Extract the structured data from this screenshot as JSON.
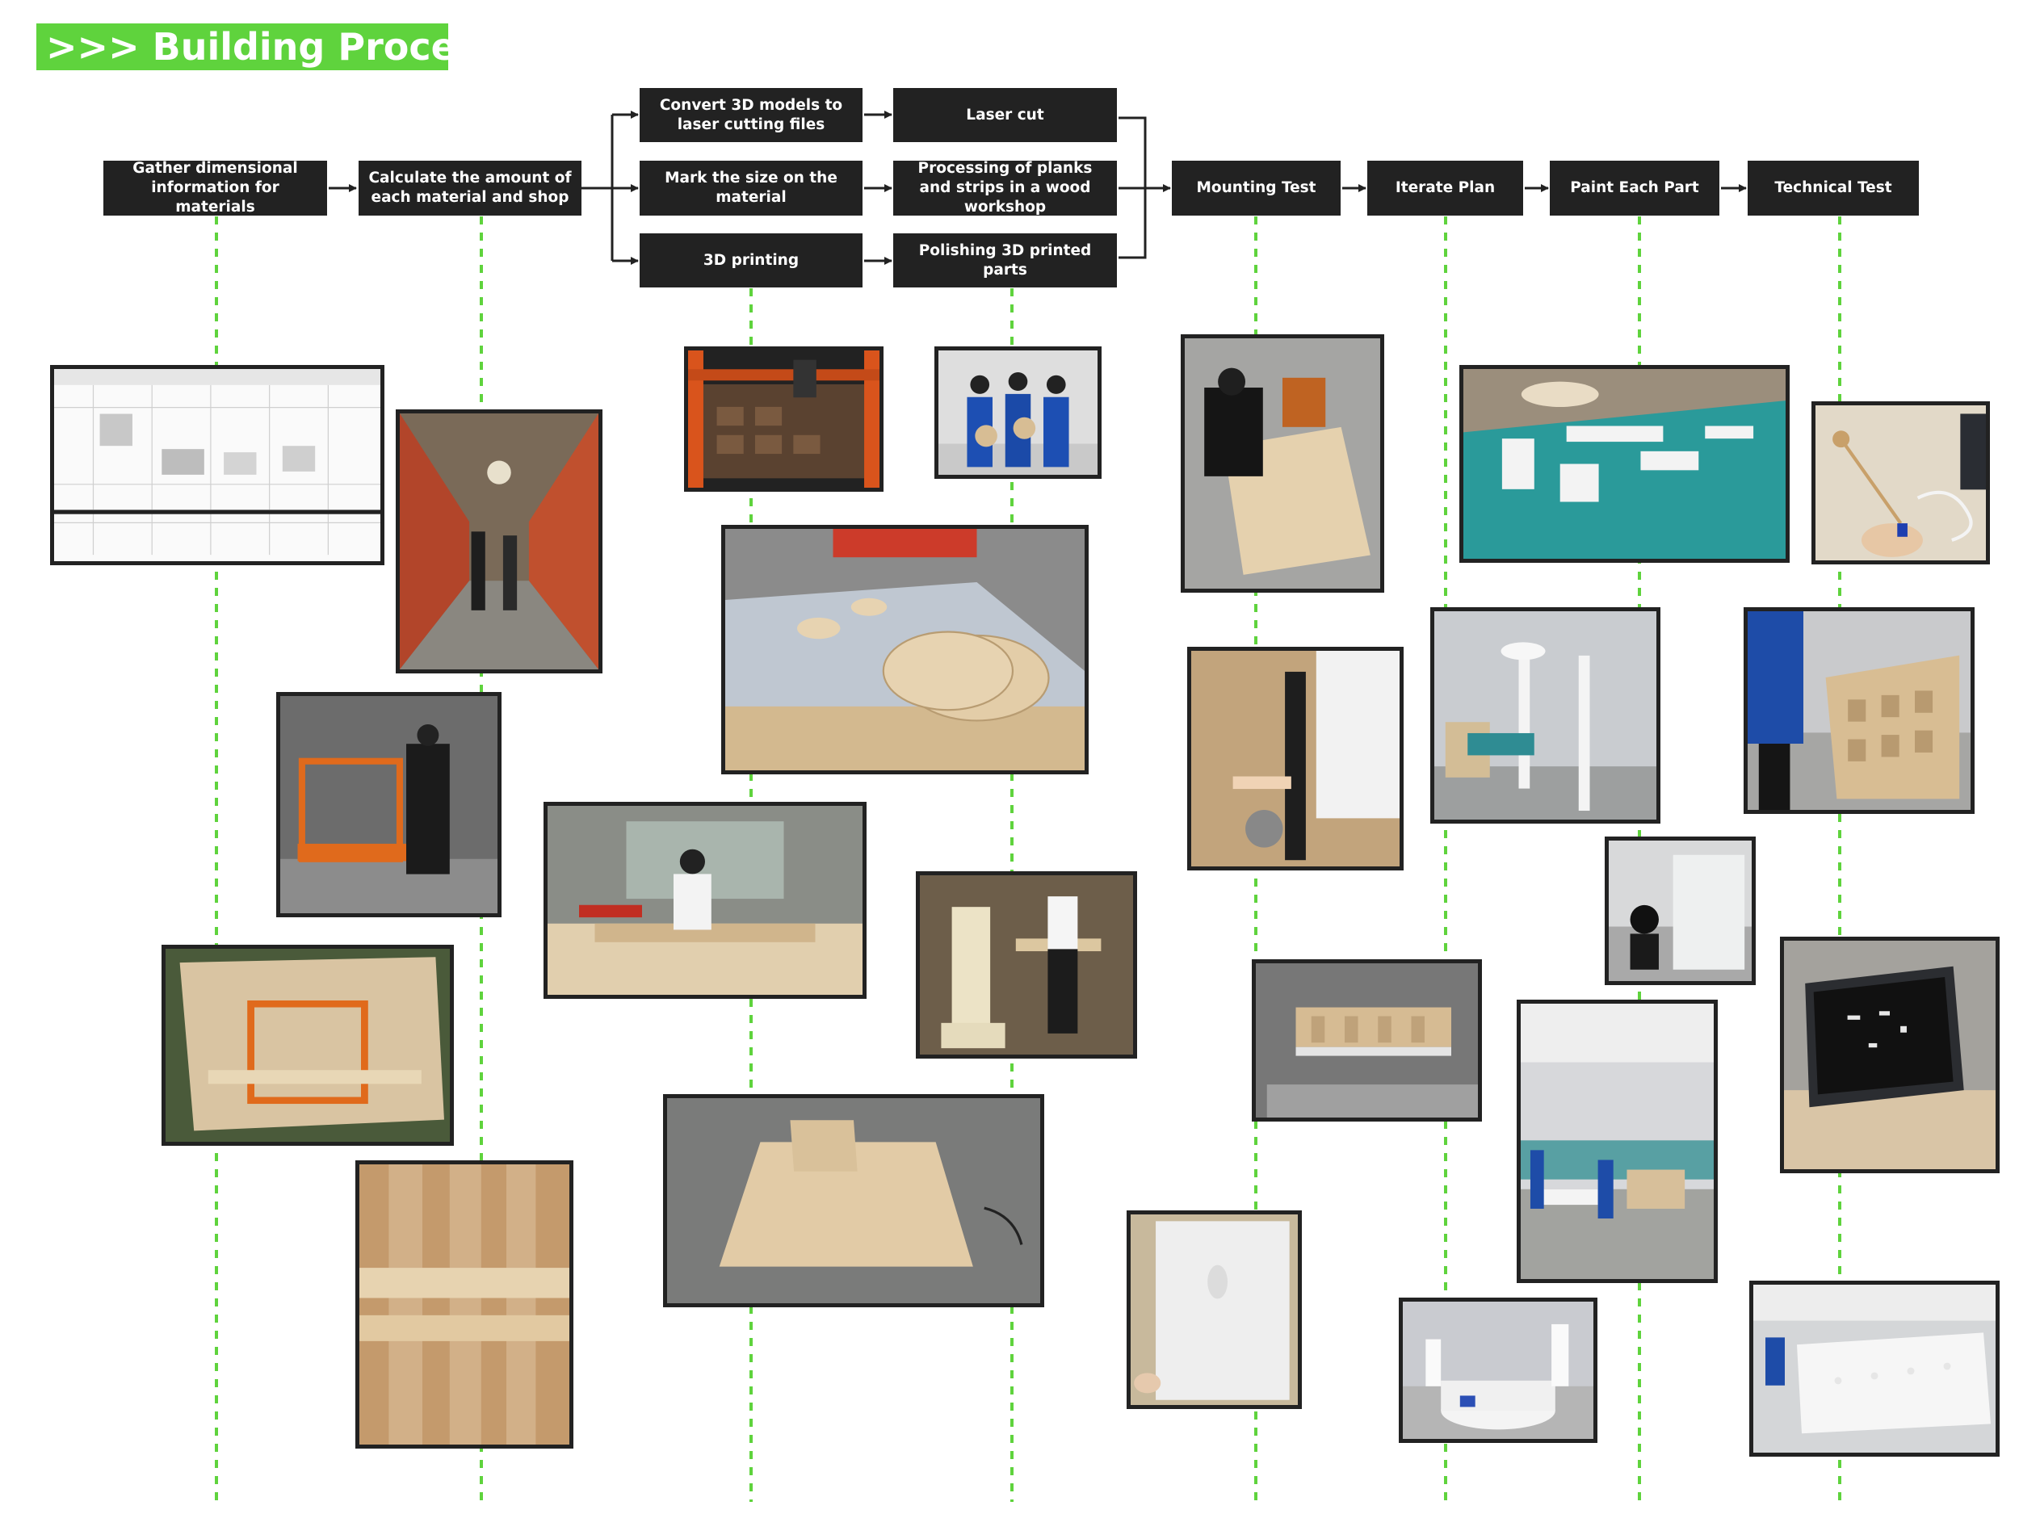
{
  "title": ">>> Building Process",
  "steps": {
    "gather": "Gather dimensional information for materials",
    "calculate": "Calculate the amount of each material and shop",
    "convert": "Convert 3D models to laser cutting files",
    "mark": "Mark the size on the material",
    "print3d": "3D printing",
    "laser": "Laser cut",
    "processing": "Processing of planks and strips in a wood workshop",
    "polishing": "Polishing 3D printed parts",
    "mounting": "Mounting Test",
    "iterate": "Iterate Plan",
    "paint": "Paint Each Part",
    "technical": "Technical Test"
  },
  "colors": {
    "accent_green": "#5fd33d",
    "box_dark": "#222222",
    "dash_green": "#5fd33d"
  }
}
